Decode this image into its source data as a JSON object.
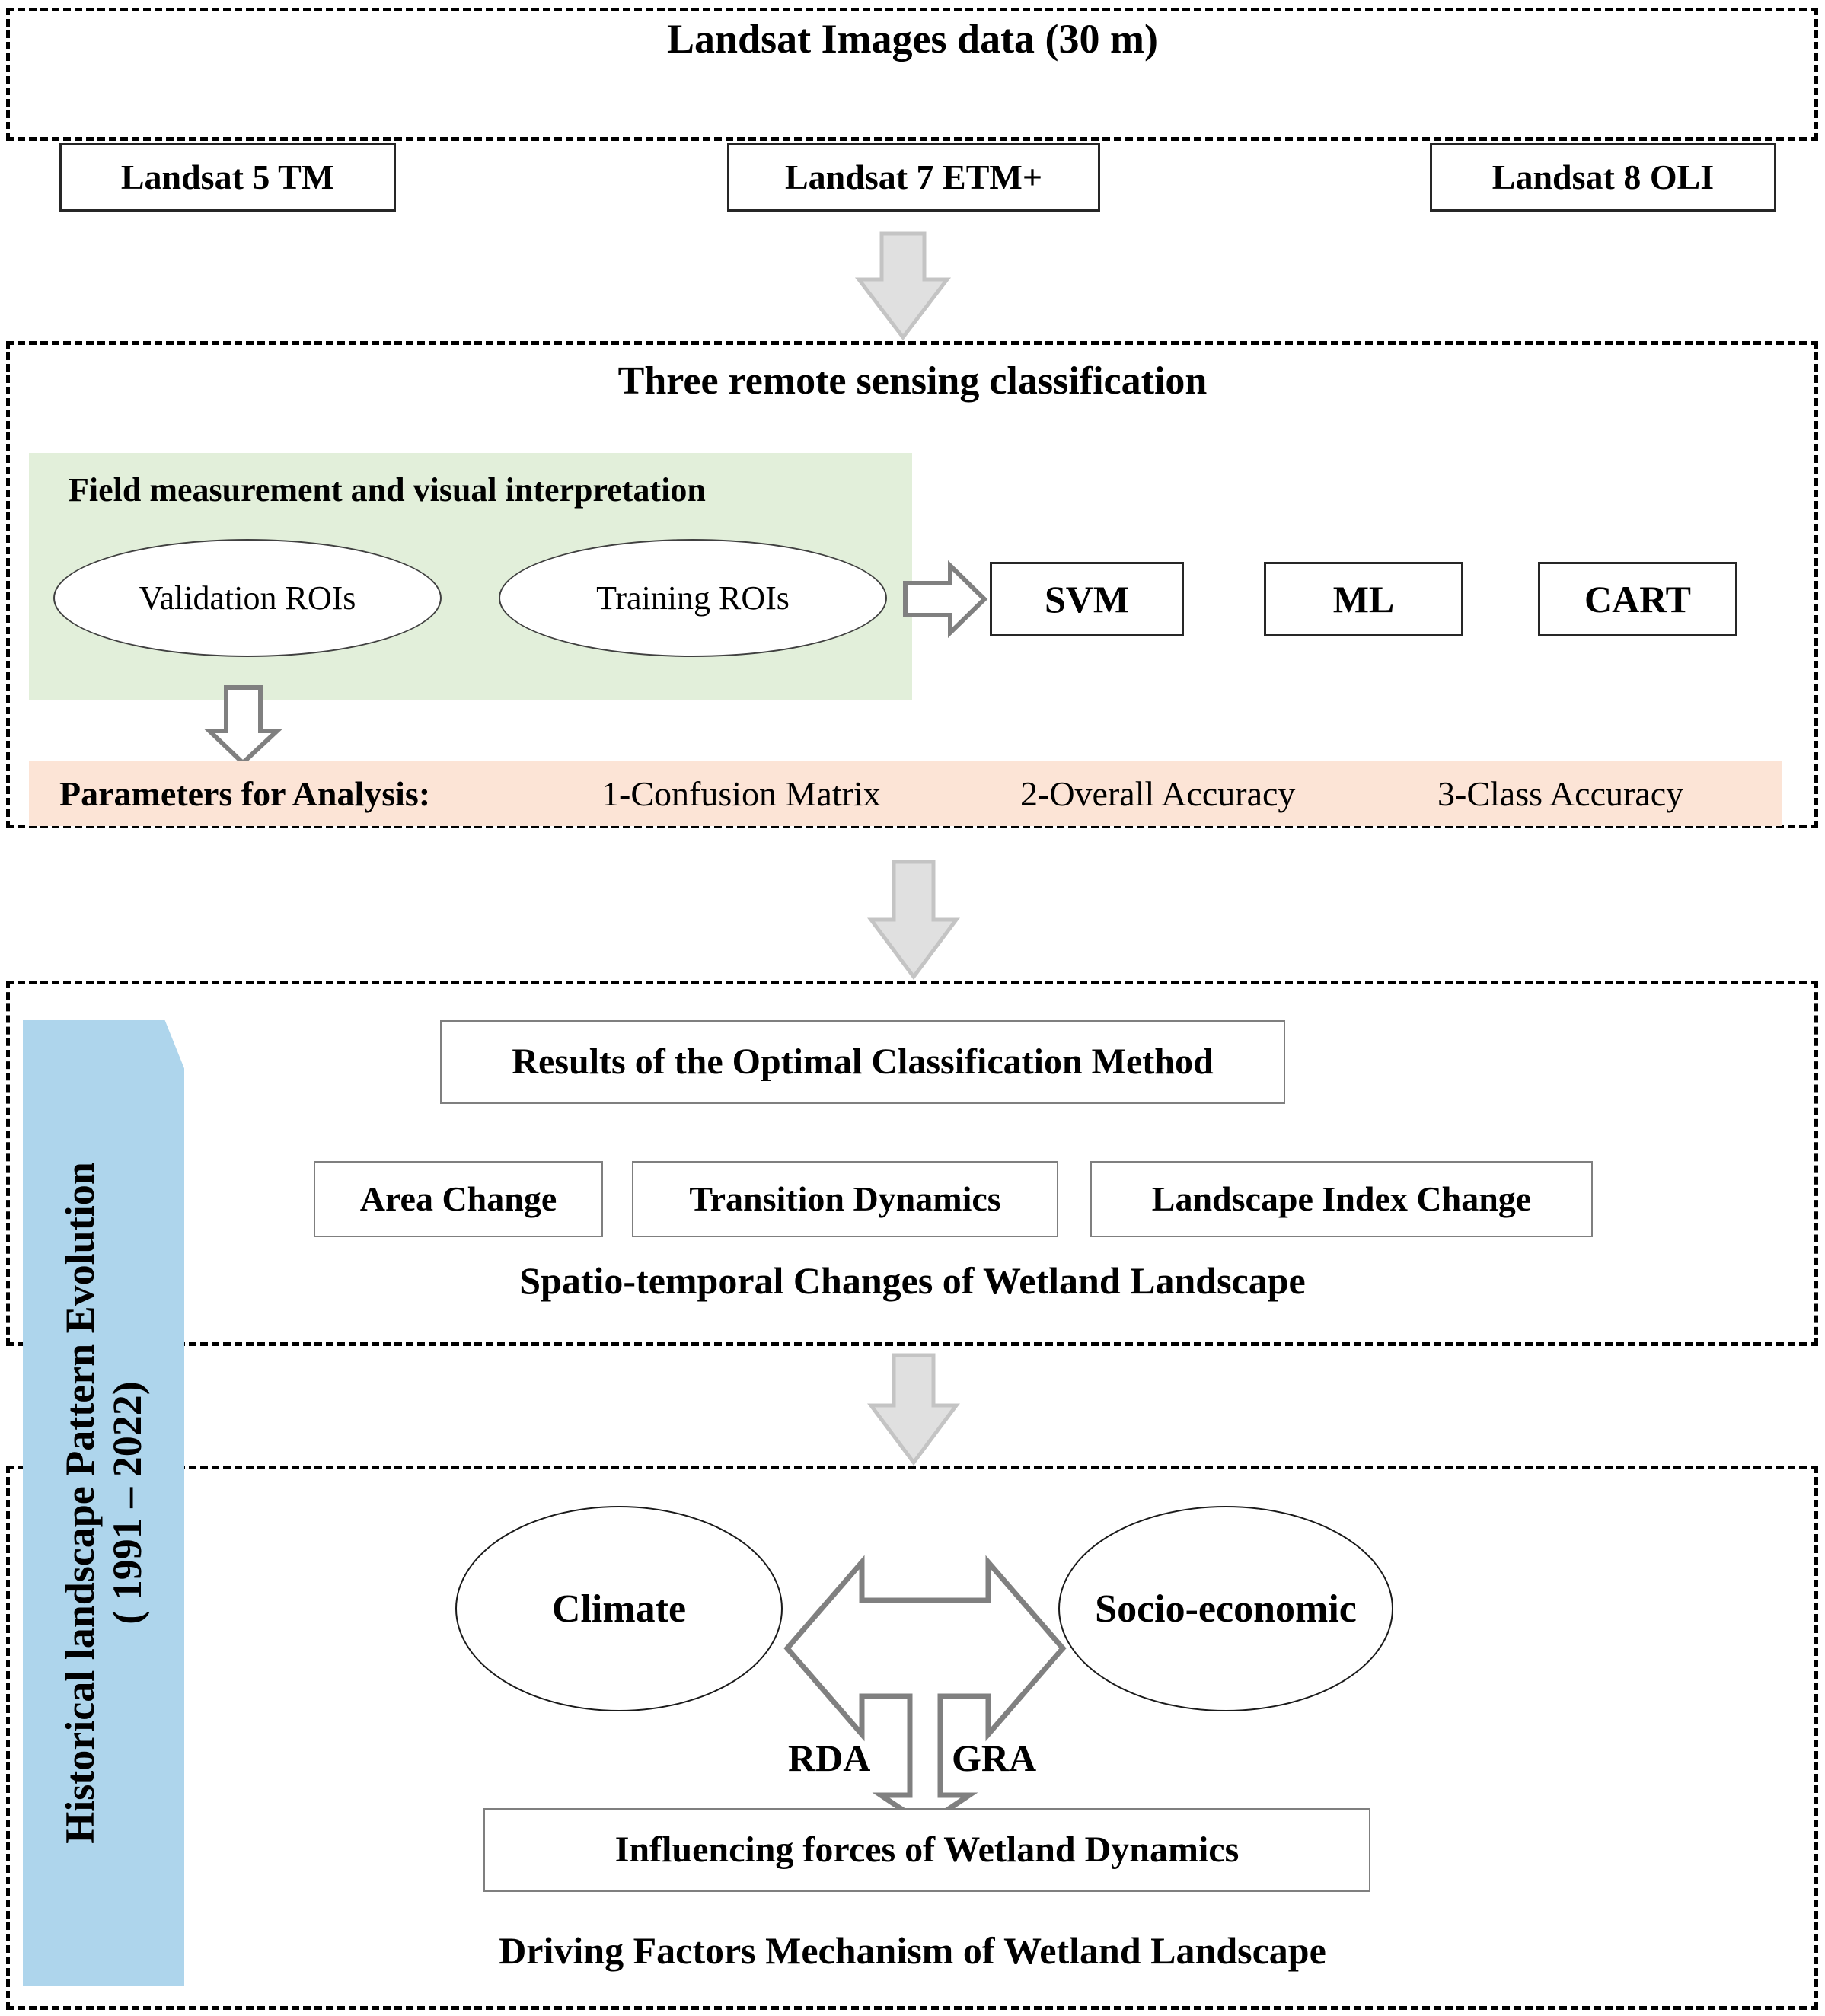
{
  "sections": {
    "data_source": {
      "title": "Landsat Images data (30 m)",
      "sensors": [
        {
          "label": "Landsat 5 TM"
        },
        {
          "label": "Landsat 7 ETM+"
        },
        {
          "label": "Landsat 8 OLI"
        }
      ]
    },
    "classification": {
      "title": "Three remote sensing classification",
      "green_panel_title": "Field measurement and visual interpretation",
      "rois": [
        {
          "label": "Validation ROIs"
        },
        {
          "label": "Training ROIs"
        }
      ],
      "classifiers": [
        {
          "label": "SVM"
        },
        {
          "label": "ML"
        },
        {
          "label": "CART"
        }
      ],
      "parameters_label": "Parameters for Analysis:",
      "parameters": [
        {
          "label": "1-Confusion Matrix"
        },
        {
          "label": "2-Overall Accuracy"
        },
        {
          "label": "3-Class Accuracy"
        }
      ]
    },
    "spatio_temporal": {
      "results_box": "Results of the Optimal Classification Method",
      "analyses": [
        {
          "label": "Area Change"
        },
        {
          "label": "Transition Dynamics"
        },
        {
          "label": "Landscape Index Change"
        }
      ],
      "footer": "Spatio-temporal Changes of Wetland Landscape"
    },
    "driving_factors": {
      "drivers": [
        {
          "label": "Climate"
        },
        {
          "label": "Socio-economic"
        }
      ],
      "methods": [
        {
          "label": "RDA"
        },
        {
          "label": "GRA"
        }
      ],
      "outcome_box": "Influencing forces of Wetland Dynamics",
      "footer": "Driving Factors Mechanism of Wetland Landscape"
    }
  },
  "side_banner": {
    "line1": "Historical landscape  Pattern  Evolution",
    "line2": "( 1991 – 2022)"
  },
  "colors": {
    "green_panel": "#e2efda",
    "peach_panel": "#fce4d6",
    "blue_banner": "#aed5ec",
    "arrow_fill": "#e0e0e0",
    "arrow_stroke": "#bfbfbf",
    "outline_arrow_stroke": "#808080"
  },
  "icons": {
    "flow_arrow": "down-arrow-icon",
    "roi_arrow": "right-arrow-outline-icon",
    "validation_arrow": "down-arrow-outline-icon",
    "bidirectional_arrow": "left-right-down-arrow-icon"
  }
}
